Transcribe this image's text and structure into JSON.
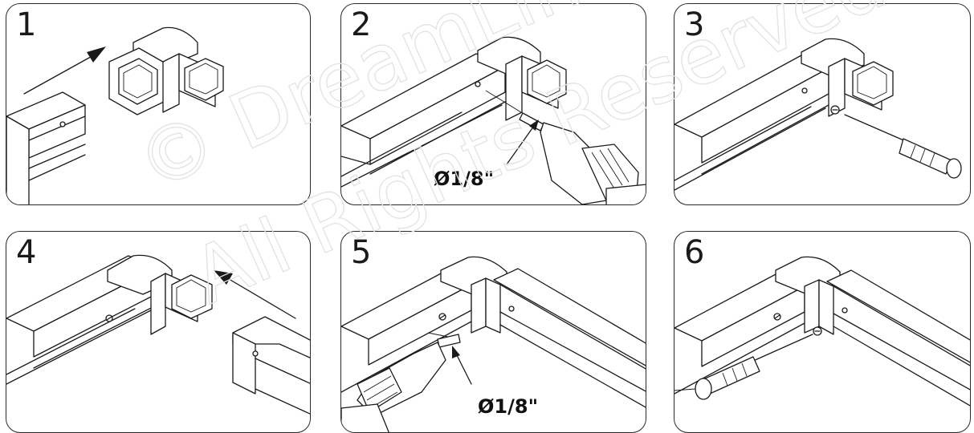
{
  "watermark": {
    "line1": "© DreamLine",
    "line2": "All Rights Reserved"
  },
  "steps": [
    {
      "number": "1",
      "label": ""
    },
    {
      "number": "2",
      "label": "Ø1/8\""
    },
    {
      "number": "3",
      "label": ""
    },
    {
      "number": "4",
      "label": ""
    },
    {
      "number": "5",
      "label": "Ø1/8\""
    },
    {
      "number": "6",
      "label": ""
    }
  ],
  "colors": {
    "line": "#1a1a1a",
    "watermark": "#e3e3e3",
    "background": "#ffffff"
  },
  "icons": [
    "arrow-icon",
    "corner-connector-icon",
    "drill-icon",
    "screwdriver-icon",
    "screw-icon",
    "profile-rail-icon"
  ]
}
